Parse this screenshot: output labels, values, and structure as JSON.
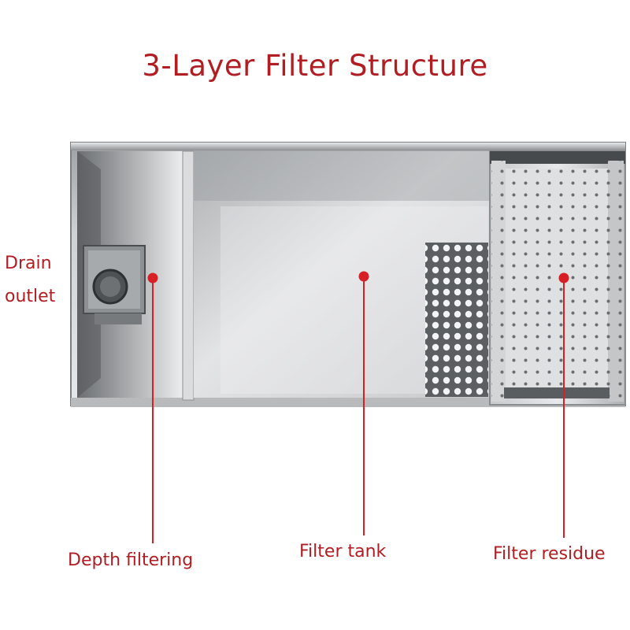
{
  "title": "3-Layer Filter Structure",
  "labels": {
    "drain_outlet_line1": "Drain",
    "drain_outlet_line2": "outlet",
    "depth_filtering": "Depth filtering",
    "filter_tank": "Filter tank",
    "filter_residue": "Filter residue"
  },
  "colors": {
    "text": "#b01e24",
    "marker": "#d71f26",
    "steel_light": "#d9dadc",
    "steel_dark": "#6f7274"
  }
}
